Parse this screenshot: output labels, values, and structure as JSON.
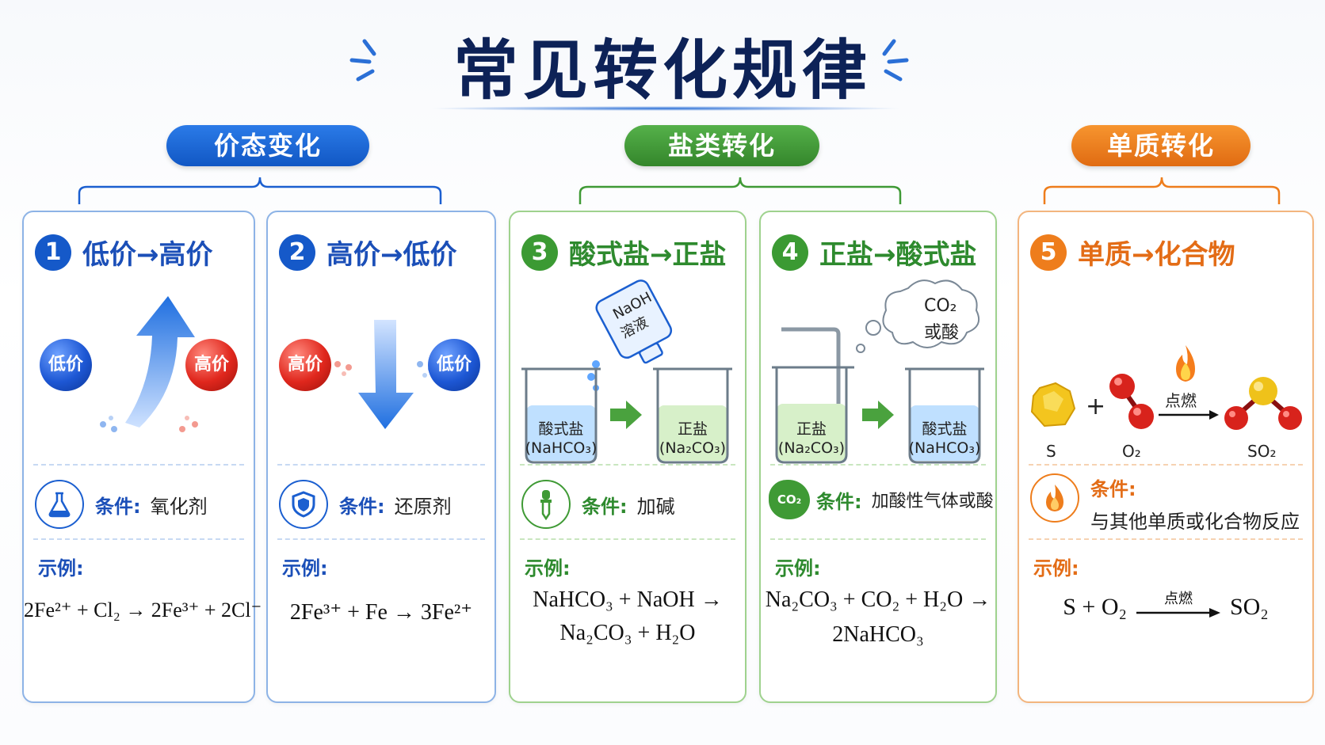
{
  "title": "常见转化规律",
  "groups": [
    {
      "label": "价态变化",
      "color": "#1763d1"
    },
    {
      "label": "盐类转化",
      "color": "#3f9a35"
    },
    {
      "label": "单质转化",
      "color": "#ee7d1c"
    }
  ],
  "cards": [
    {
      "num": "1",
      "head": "低价→高价",
      "balls": [
        "低价",
        "高价"
      ],
      "cond_label": "条件:",
      "cond_text": "氧化剂",
      "ex_label": "示例:",
      "formula_1": "2Fe²⁺ + Cl₂ → 2Fe³⁺ + 2Cl⁻"
    },
    {
      "num": "2",
      "head": "高价→低价",
      "balls": [
        "高价",
        "低价"
      ],
      "cond_label": "条件:",
      "cond_text": "还原剂",
      "ex_label": "示例:",
      "formula_1": "2Fe³⁺ + Fe → 3Fe²⁺"
    },
    {
      "num": "3",
      "head": "酸式盐→正盐",
      "bottle": "NaOH\n溶液",
      "beaker_left": [
        "酸式盐",
        "(NaHCO₃)"
      ],
      "beaker_right": [
        "正盐",
        "(Na₂CO₃)"
      ],
      "cond_label": "条件:",
      "cond_text": "加碱",
      "ex_label": "示例:",
      "formula_1": "NaHCO₃ + NaOH →",
      "formula_2": "Na₂CO₃ + H₂O"
    },
    {
      "num": "4",
      "head": "正盐→酸式盐",
      "cloud": [
        "CO₂",
        "或酸"
      ],
      "beaker_left": [
        "正盐",
        "(Na₂CO₃)"
      ],
      "beaker_right": [
        "酸式盐",
        "(NaHCO₃)"
      ],
      "cond_icon": "CO₂",
      "cond_label": "条件:",
      "cond_text": "加酸性气体或酸",
      "ex_label": "示例:",
      "formula_1": "Na₂CO₃ + CO₂ + H₂O →",
      "formula_2": "2NaHCO₃"
    },
    {
      "num": "5",
      "head": "单质→化合物",
      "reaction": {
        "s": "S",
        "plus": "+",
        "o2": "O₂",
        "over": "点燃",
        "so2": "SO₂"
      },
      "cond_label": "条件:",
      "cond_text": "与其他单质或化合物反应",
      "ex_label": "示例:",
      "formula_left": "S + O₂",
      "formula_over": "点燃",
      "formula_right": "SO₂"
    }
  ]
}
